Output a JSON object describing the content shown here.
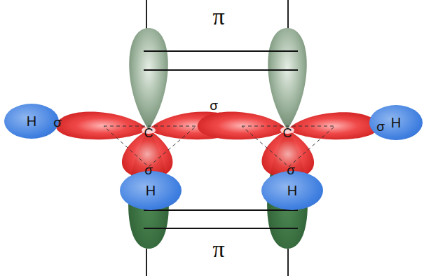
{
  "diagram": {
    "nodes": [
      {
        "text": [
          "H"
        ]
      },
      {
        "text": [
          "H"
        ]
      },
      {
        "text": [
          "H"
        ]
      },
      {
        "text": [
          "H"
        ]
      }
    ],
    "labels": [
      "π",
      "σ",
      "C",
      "σ",
      "C",
      "σ",
      "σ",
      "σ",
      "π"
    ]
  }
}
